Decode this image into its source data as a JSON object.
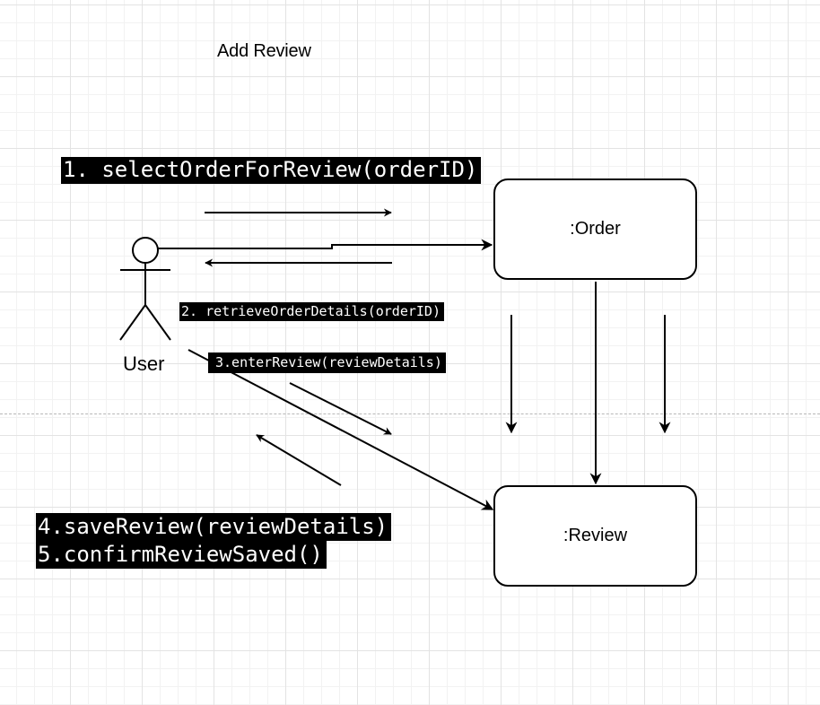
{
  "diagram": {
    "title": "Add Review",
    "actor": {
      "label": "User"
    },
    "objects": {
      "order": ":Order",
      "review": ":Review"
    },
    "messages": {
      "m1": "1. selectOrderForReview(orderID)",
      "m2": "2. retrieveOrderDetails(orderID)",
      "m3": "3.enterReview(reviewDetails)",
      "m4": "4.saveReview(reviewDetails)",
      "m5": "5.confirmReviewSaved()"
    }
  },
  "colors": {
    "background": "#ffffff",
    "grid": "#e3e3e3",
    "stroke": "#000000",
    "label_background": "#000000",
    "label_text": "#ffffff"
  }
}
